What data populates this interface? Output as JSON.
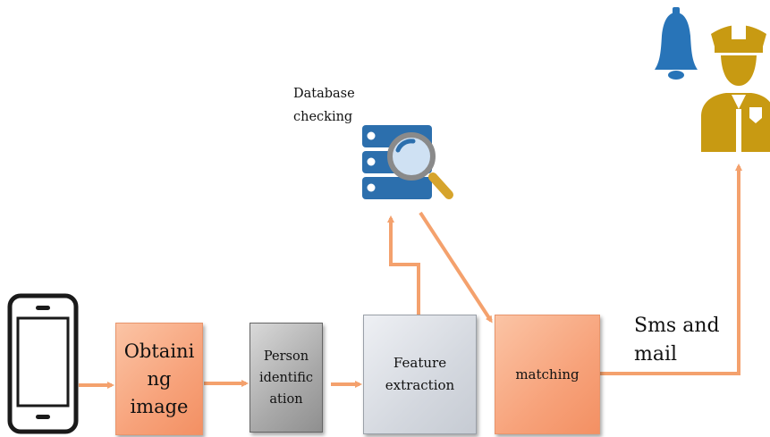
{
  "diagram": {
    "nodes": {
      "obtain": "Obtaini\nng\nimage",
      "person": "Person\nidentific\nation",
      "feature": "Feature\nextraction",
      "matching": "matching"
    },
    "labels": {
      "database": "Database\nchecking",
      "sms": "Sms and\nmail"
    },
    "icons": [
      "smartphone-icon",
      "database-search-icon",
      "alarm-bell-icon",
      "police-officer-icon"
    ],
    "colors": {
      "arrow": "#f4a16d",
      "orange_box": "#f7a27a",
      "gray_box": "#a9a9a9",
      "light_box": "#d4d8df",
      "database_blue": "#2c6fad",
      "bell_blue": "#2874b8",
      "officer_gold": "#c89a12"
    }
  }
}
